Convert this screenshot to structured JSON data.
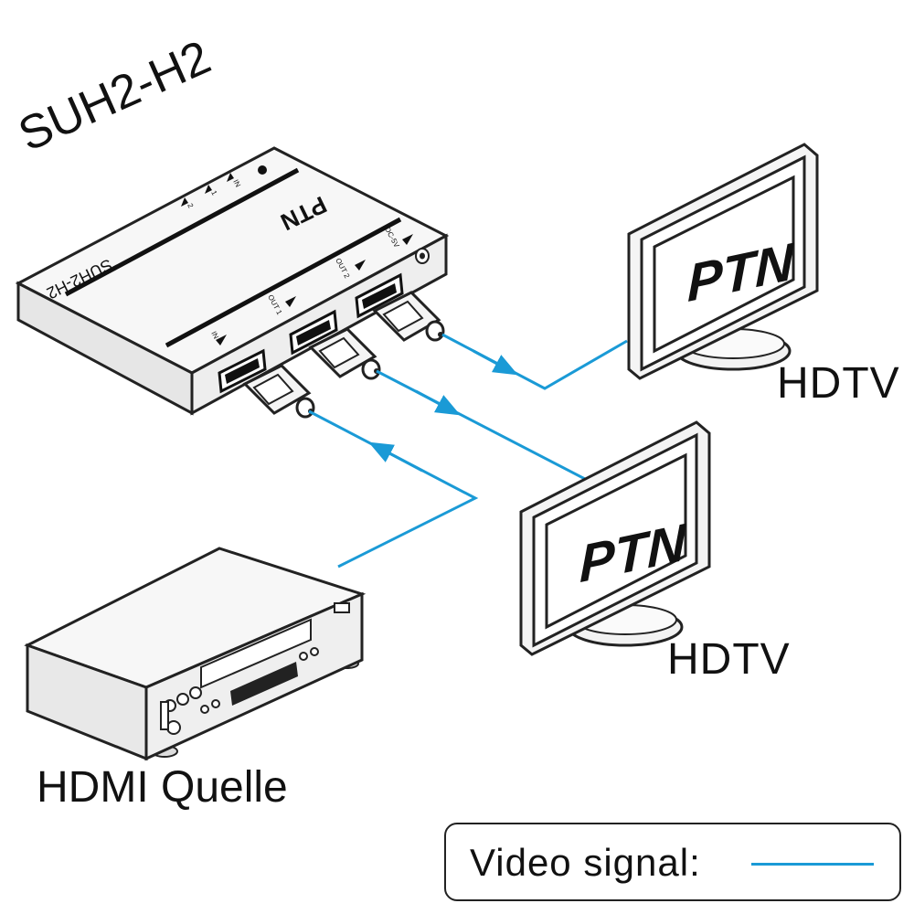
{
  "diagram": {
    "model": "SUH2-H2",
    "model_mirrored": "SUH2-H2",
    "brand": "PTN",
    "ports": {
      "in": "IN",
      "out1": "OUT 1",
      "out2": "OUT 2",
      "dc": "DC-5V"
    },
    "leds": [
      "2",
      "1",
      "IN"
    ],
    "display_1": "HDTV",
    "display_2": "HDTV",
    "source": "HDMI Quelle",
    "legend_label": "Video signal:"
  },
  "colors": {
    "signal": "#1a9ad6",
    "outline": "#222222",
    "device_fill": "#f4f4f4"
  }
}
